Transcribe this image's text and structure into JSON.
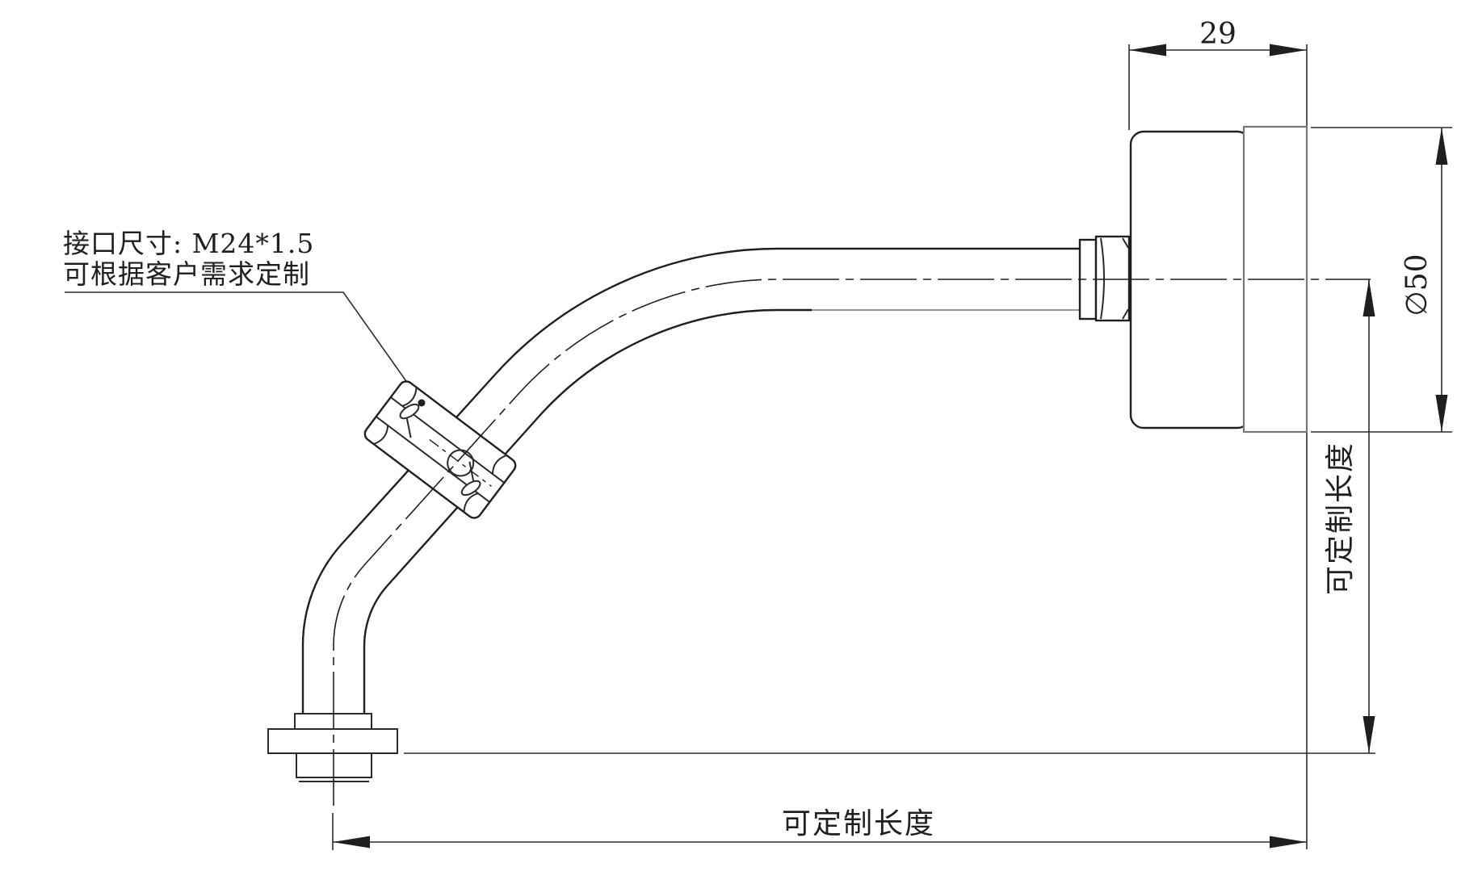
{
  "drawing": {
    "callout": {
      "line1": "接口尺寸: M24*1.5",
      "line2": "可根据客户需求定制"
    },
    "dimensions": {
      "top_width": "29",
      "diameter": "∅50",
      "right_length": "可定制长度",
      "bottom_length": "可定制长度"
    },
    "colors": {
      "line": "#1f1f1f",
      "light_line": "#9a9a9a",
      "background": "#ffffff"
    }
  }
}
